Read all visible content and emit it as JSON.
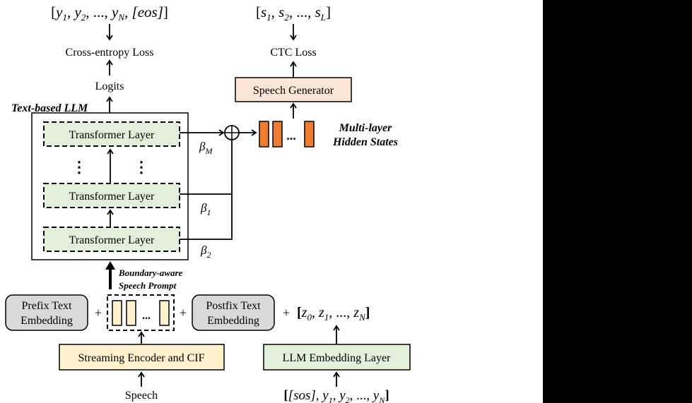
{
  "diagram": {
    "top_left_sequence": "[y1, y2, ..., yN, [eos]]",
    "cross_entropy_loss": "Cross-entropy Loss",
    "logits": "Logits",
    "top_right_sequence": "[s1, s2, ..., sL]",
    "ctc_loss": "CTC Loss",
    "speech_generator": "Speech Generator",
    "llm_title": "Text-based LLM",
    "transformer_layer": "Transformer Layer",
    "beta_m": "βM",
    "beta_1": "β1",
    "beta_2": "β2",
    "hidden_states_line1": "Multi-layer",
    "hidden_states_line2": "Hidden States",
    "speech_prompt_line1": "Boundary-aware",
    "speech_prompt_line2": "Speech Prompt",
    "prefix_line1": "Prefix Text",
    "prefix_line2": "Embedding",
    "postfix_line1": "Postfix Text",
    "postfix_line2": "Embedding",
    "plus": "+",
    "z_sequence": "[z0, z1, ..., zN]",
    "streaming_encoder": "Streaming Encoder and CIF",
    "llm_embedding_layer": "LLM Embedding Layer",
    "speech": "Speech",
    "bottom_sequence": "[[sos], y1, y2, ..., yN]",
    "ellipsis": "...",
    "vdots": "⋮"
  },
  "colors": {
    "transformer_fill": "#e2efda",
    "speech_generator_fill": "#fbe5d6",
    "hidden_state_fill": "#ed7d31",
    "encoder_fill": "#fff2cc",
    "embedding_gray": "#d9d9d9"
  }
}
